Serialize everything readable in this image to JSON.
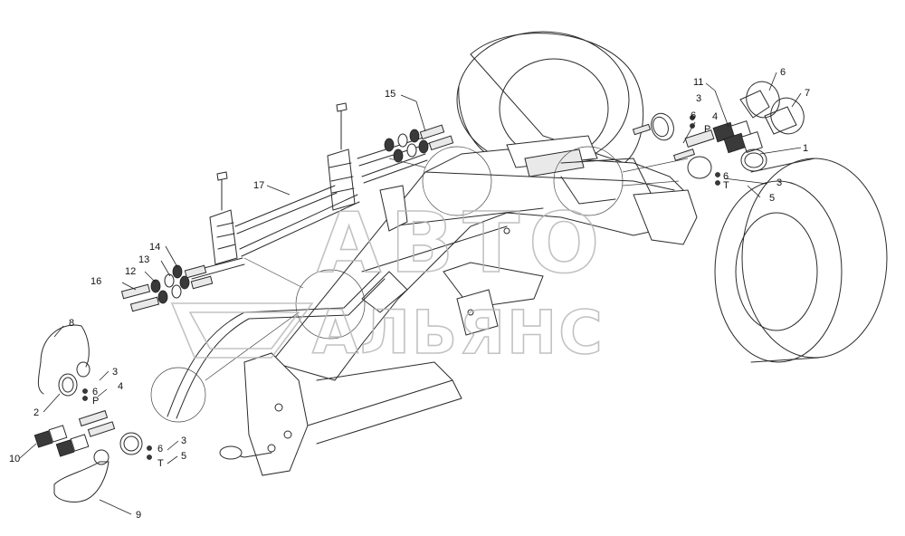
{
  "callouts": [
    {
      "id": "c1",
      "text": "1"
    },
    {
      "id": "c2",
      "text": "2"
    },
    {
      "id": "c3a",
      "text": "3"
    },
    {
      "id": "c3b",
      "text": "3"
    },
    {
      "id": "c3c",
      "text": "3"
    },
    {
      "id": "c3d",
      "text": "3"
    },
    {
      "id": "c4a",
      "text": "4"
    },
    {
      "id": "c4b",
      "text": "4"
    },
    {
      "id": "c5a",
      "text": "5"
    },
    {
      "id": "c5b",
      "text": "5"
    },
    {
      "id": "c6a",
      "text": "6"
    },
    {
      "id": "c6b",
      "text": "6"
    },
    {
      "id": "c6c",
      "text": "6"
    },
    {
      "id": "c6d",
      "text": "6"
    },
    {
      "id": "c6e",
      "text": "6"
    },
    {
      "id": "c7",
      "text": "7"
    },
    {
      "id": "c8",
      "text": "8"
    },
    {
      "id": "c9",
      "text": "9"
    },
    {
      "id": "c10",
      "text": "10"
    },
    {
      "id": "c11",
      "text": "11"
    },
    {
      "id": "c12",
      "text": "12"
    },
    {
      "id": "c13",
      "text": "13"
    },
    {
      "id": "c14",
      "text": "14"
    },
    {
      "id": "c15",
      "text": "15"
    },
    {
      "id": "c16",
      "text": "16"
    },
    {
      "id": "c17",
      "text": "17"
    }
  ],
  "port_letters": [
    {
      "id": "pP1",
      "text": "P"
    },
    {
      "id": "pT1",
      "text": "T"
    },
    {
      "id": "pP2",
      "text": "P"
    },
    {
      "id": "pT2",
      "text": "T"
    }
  ],
  "watermark": {
    "line1": "АВТО",
    "line2": "АЛЬЯНС"
  }
}
